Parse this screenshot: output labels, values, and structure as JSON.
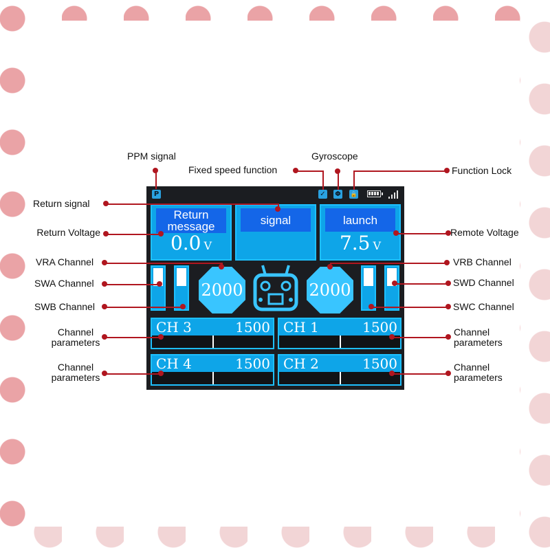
{
  "labels": {
    "ppm_signal": "PPM signal",
    "gyroscope": "Gyroscope",
    "fixed_speed": "Fixed speed function",
    "function_lock": "Function Lock",
    "return_signal": "Return signal",
    "return_voltage": "Return Voltage",
    "remote_voltage": "Remote Voltage",
    "vra": "VRA Channel",
    "vrb": "VRB Channel",
    "swa": "SWA Channel",
    "swd": "SWD Channel",
    "swb": "SWB Channel",
    "swc": "SWC Channel",
    "channel_params": "Channel\nparameters"
  },
  "status_icons": {
    "ppm": "P",
    "fixed_speed": "✓",
    "gyro": "Φ",
    "lock": "🔒"
  },
  "panels": {
    "return": {
      "title": "Return\nmessage",
      "value": "0.0",
      "unit": "V"
    },
    "signal": {
      "title": "signal"
    },
    "launch": {
      "title": "launch",
      "value": "7.5",
      "unit": "V"
    }
  },
  "dials": {
    "vra": "2000",
    "vrb": "2000"
  },
  "channels": [
    {
      "name": "CH 3",
      "value": "1500"
    },
    {
      "name": "CH 1",
      "value": "1500"
    },
    {
      "name": "CH 4",
      "value": "1500"
    },
    {
      "name": "CH 2",
      "value": "1500"
    }
  ],
  "colors": {
    "accent": "#0ea5e8",
    "title_blue": "#1466e8",
    "leader": "#b0161f"
  }
}
